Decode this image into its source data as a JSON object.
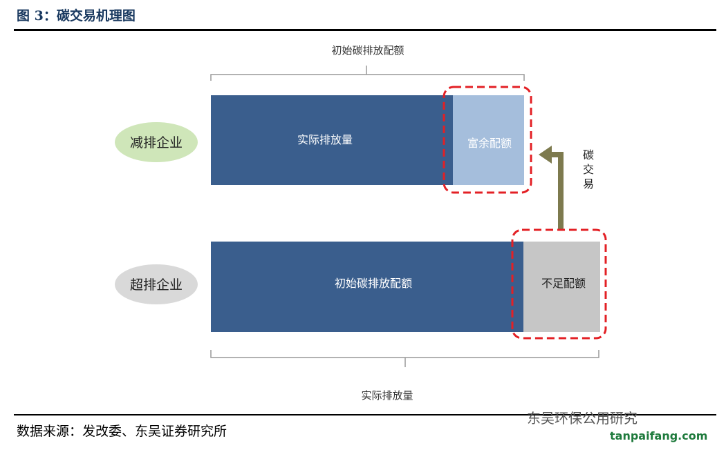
{
  "title": "图 3：碳交易机理图",
  "source": "数据来源：发改委、东吴证券研究所",
  "top_brace_label": "初始碳排放配额",
  "bottom_brace_label": "实际排放量",
  "enterprise_reduce": {
    "label": "减排企业",
    "bar_main": "实际排放量",
    "bar_extra": "富余配额"
  },
  "enterprise_exceed": {
    "label": "超排企业",
    "bar_main": "初始碳排放配额",
    "bar_extra": "不足配额"
  },
  "trade_chars": [
    "碳",
    "交",
    "易"
  ],
  "watermark": {
    "account": "东吴环保公用研究",
    "site": "tanpaifang.com"
  },
  "colors": {
    "title": "#17375e",
    "bar_dark": "#3a5e8d",
    "bar_light": "#a5bedc",
    "bar_gray": "#c6c6c6",
    "ellipse_green": "#cfe6b9",
    "ellipse_gray": "#d9d9d9",
    "dash_red": "#e32025",
    "arrow": "#7d7a4e"
  }
}
